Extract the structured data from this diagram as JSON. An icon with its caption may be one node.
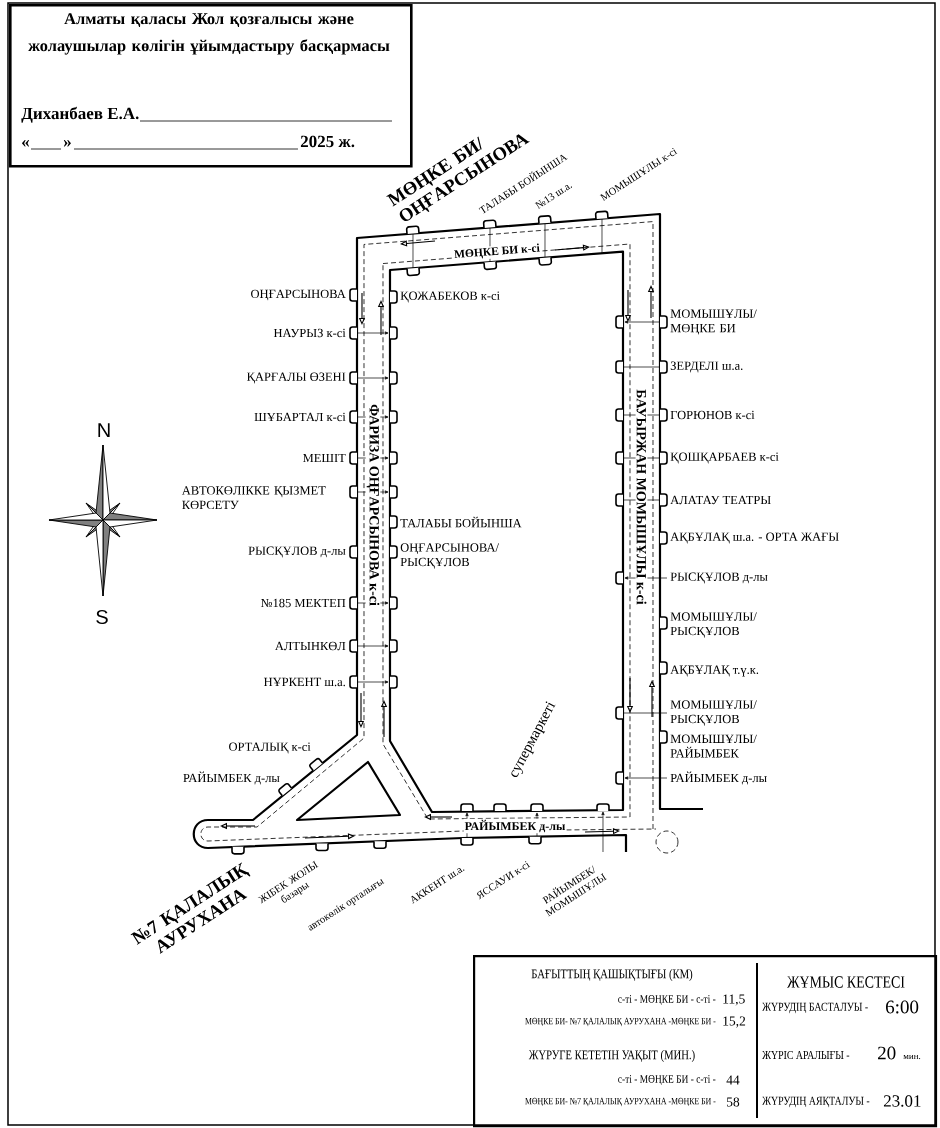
{
  "diagram": {
    "nodes": [
      {
        "text": [
          "Алматы қаласы Жол қозғалысы және жолаушылар көлігін ұйымдастыру басқармасы",
          "Диханбаев Е.А.",
          "«",
          "»",
          "2025 ж."
        ]
      },
      {
        "text": [
          "БАҒЫТТЫҢ ҚАШЫҚТЫҒЫ (КМ)",
          "с-ті - МӨҢКЕ БИ - с-ті -",
          "11,5",
          "МӨҢКЕ БИ- №7 ҚАЛАЛЫҚ АУРУХАНА -МӨҢКЕ БИ -",
          "15,2",
          "ЖҮРУГЕ КЕТЕТІН УАҚЫТ (МИН.)",
          "с-ті - МӨҢКЕ БИ - с-ті -",
          "44",
          "МӨҢКЕ БИ- №7 ҚАЛАЛЫҚ АУРУХАНА -МӨҢКЕ БИ -",
          "58",
          "ЖҰМЫС КЕСТЕСІ",
          "ЖҮРУДІҢ БАСТАЛУЫ -",
          "6:00",
          "ЖҮРІС АРАЛЫҒЫ -",
          "20",
          "мин.",
          "ЖҮРУДІҢ АЯҚТАЛУЫ -",
          "23.01"
        ]
      }
    ],
    "labels": [
      "МӨҢКЕ БИ/ ОҢҒАРСЫНОВА",
      "ТАЛАБЫ БОЙЫНША",
      "№13 ш.а.",
      "МОМЫШҰЛЫ к-сі",
      "МӨҢКЕ БИ к-сі",
      "ОҢҒАРСЫНОВА",
      "ҚОЖАБЕКОВ к-сі",
      "МОМЫШҰЛЫ/ МӨҢКЕ БИ",
      "НАУРЫЗ к-сі",
      "ЗЕРДЕЛІ ш.а.",
      "ҚАРҒАЛЫ ӨЗЕНІ",
      "ФАРИЗА ОҢҒАРСЫНОВА к-сі",
      "ГОРЮНОВ к-сі",
      "БАУЫРЖАН МОМЫШҰЛЫ к-сі",
      "ШҰБАРТАЛ к-сі",
      "ҚОШҚАРБАЕВ к-сі",
      "N",
      "МЕШІТ",
      "АЛАТАУ ТЕАТРЫ",
      "АВТОКӨЛІККЕ ҚЫЗМЕТ КӨРСЕТУ",
      "ТАЛАБЫ БОЙЫНША",
      "АҚБҰЛАҚ ш.а. - ОРТА ЖАҒЫ",
      "РЫСҚҰЛОВ д-лы",
      "ОҢҒАРСЫНОВА/ РЫСҚҰЛОВ",
      "РЫСҚҰЛОВ д-лы",
      "№185 МЕКТЕП",
      "S",
      "МОМЫШҰЛЫ/ РЫСҚҰЛОВ",
      "АЛТЫНКӨЛ",
      "АҚБҰЛАҚ т.ү.к.",
      "НҰРКЕНТ ш.а.",
      "МОМЫШҰЛЫ/ РЫСҚҰЛОВ",
      "супермаркеті",
      "МОМЫШҰЛЫ/ РАЙЫМБЕК",
      "ОРТАЛЫҚ к-сі",
      "РАЙЫМБЕК д-лы",
      "РАЙЫМБЕК д-лы",
      "РАЙЫМБЕК д-лы",
      "№7 ҚАЛАЛЫҚ АУРУХАНА",
      "ЖІБЕК ЖОЛЫ базары",
      "автокөлік орталығы",
      "АККЕНТ ш.а.",
      "ЯССАУИ к-сі",
      "РАЙЫМБЕК/ МОМЫШҰЛЫ"
    ]
  }
}
